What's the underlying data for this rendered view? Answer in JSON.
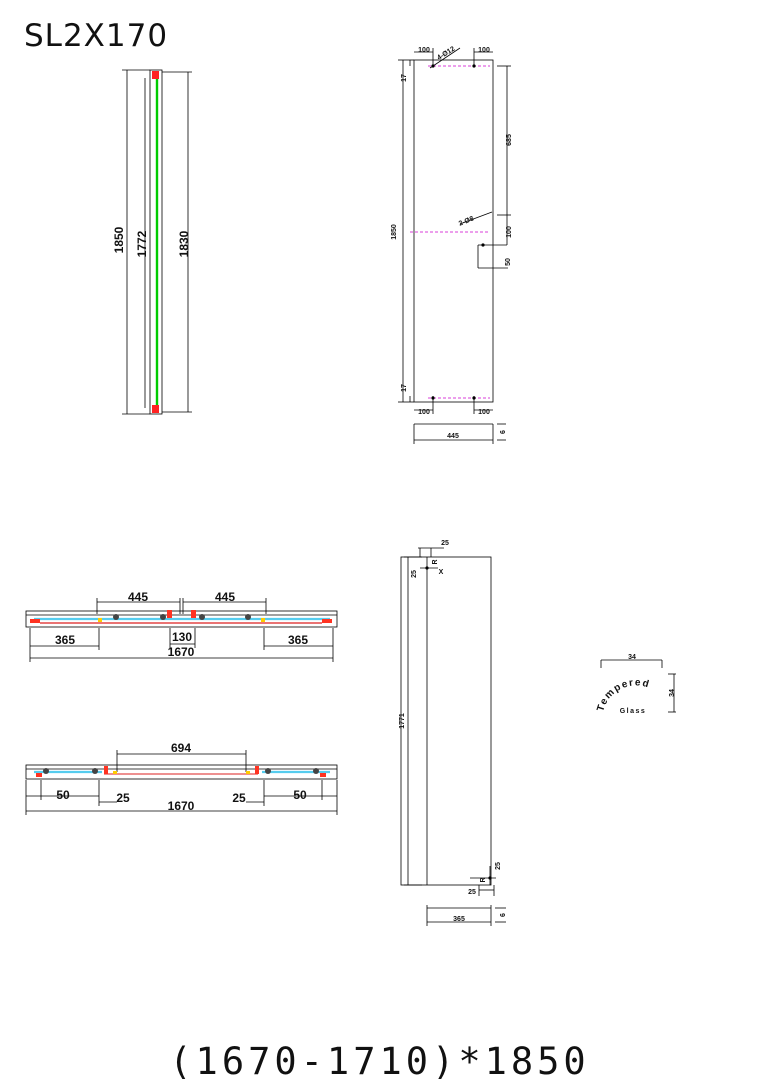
{
  "model": "SL2X170",
  "size_range": "(1670-1710)*1850",
  "side_view": {
    "overall": "1850",
    "glass": "1772",
    "profile": "1830"
  },
  "fixed_panel": {
    "height": "1850",
    "top_offset": "17",
    "bottom_offset": "17",
    "hole_spacing_left": "100",
    "hole_spacing_right": "100",
    "hole_label_top": "4-Ø12",
    "hole_label_mid": "2-Ø8",
    "upper_span": "685",
    "mid_gap": "100",
    "mid_offset": "50",
    "width": "445",
    "thickness": "6"
  },
  "plan_closed": {
    "panel_left": "445",
    "panel_right": "445",
    "gap": "130",
    "end_left": "365",
    "end_right": "365",
    "total": "1670"
  },
  "plan_open": {
    "opening": "694",
    "end_left": "50",
    "end_right": "50",
    "inset_left": "25",
    "inset_right": "25",
    "total": "1670"
  },
  "sliding_panel": {
    "top_edge": "25",
    "top_side": "25",
    "top_radius": "R",
    "x_mark": "X",
    "height": "1771",
    "bottom_side": "25",
    "bottom_mark": "R",
    "bottom_edge": "25",
    "width": "365",
    "thickness": "6"
  },
  "stamp": {
    "word_top": "Tempered",
    "word_bottom": "Glass",
    "width": "34",
    "height": "34"
  },
  "colors": {
    "frame": "#000000",
    "glass_edge": "#00cc00",
    "seal": "#ff0000",
    "hole_line": "#cc00cc",
    "glass": "#55ccee"
  }
}
